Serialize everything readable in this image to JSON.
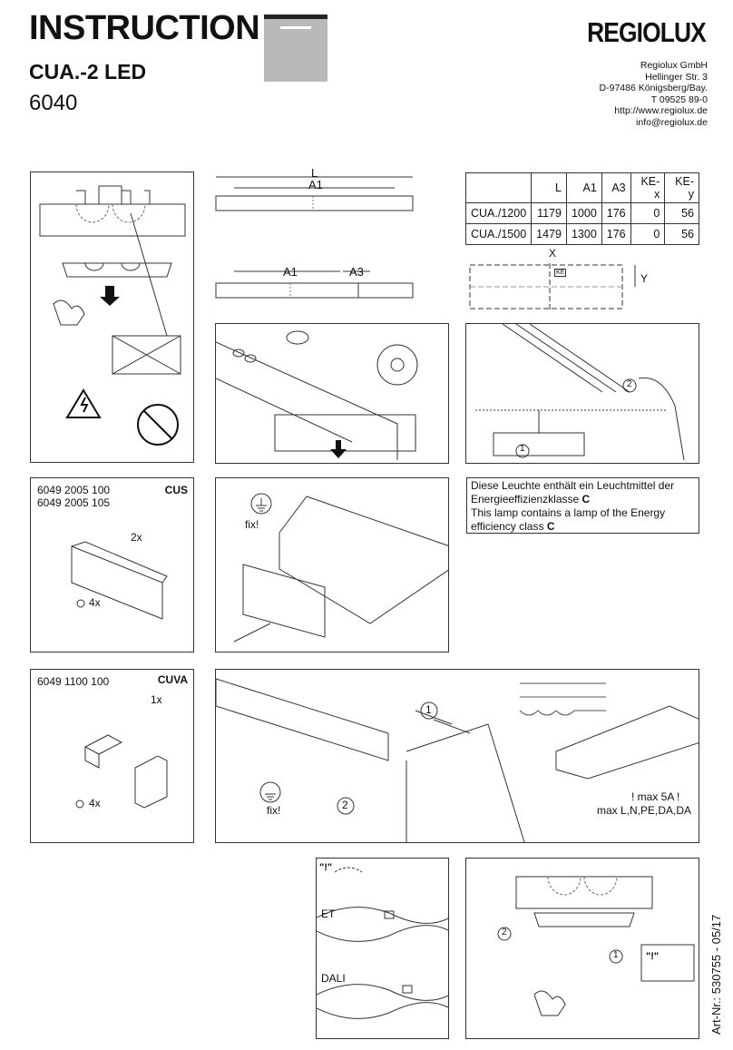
{
  "header": {
    "title": "INSTRUCTION",
    "subtitle": "CUA.-2 LED",
    "model": "6040",
    "brand": "REGIOLUX",
    "address": [
      "Regiolux GmbH",
      "Hellinger Str. 3",
      "D-97486 Königsberg/Bay.",
      "T 09525 89-0",
      "http://www.regiolux.de",
      "info@regiolux.de"
    ]
  },
  "dimension_table": {
    "headers": [
      "",
      "L",
      "A1",
      "A3",
      "KE-x",
      "KE-y"
    ],
    "rows": [
      [
        "CUA./1200",
        "1179",
        "1000",
        "176",
        "0",
        "56"
      ],
      [
        "CUA./1500",
        "1479",
        "1300",
        "176",
        "0",
        "56"
      ]
    ]
  },
  "dimension_labels": {
    "l": "L",
    "a1": "A1",
    "a3": "A3",
    "x": "X",
    "y": "Y",
    "ke": "KE"
  },
  "energy_info": {
    "de_text": "Diese Leuchte enthält ein Leuchtmittel der Energieeffizienzklasse ",
    "de_class": "C",
    "en_text": "This lamp contains a lamp of the Energy efficiency class ",
    "en_class": "C"
  },
  "accessory_cus": {
    "code1": "6049 2005 100",
    "code2": "6049 2005 105",
    "name": "CUS",
    "qty": "2x",
    "screws": "4x"
  },
  "accessory_cuva": {
    "code": "6049 1100 100",
    "name": "CUVA",
    "qty": "1x",
    "screws": "4x"
  },
  "labels": {
    "fix1": "fix!",
    "fix2": "fix!",
    "step1": "1",
    "step2": "2",
    "max_current": "! max 5A !",
    "max_wires": "max  L,N,PE,DA,DA",
    "et": "ET",
    "dali": "DALI",
    "quote_mark": "\"!\""
  },
  "footer": {
    "article": "Art-Nr.: 530755  - 05/17"
  }
}
